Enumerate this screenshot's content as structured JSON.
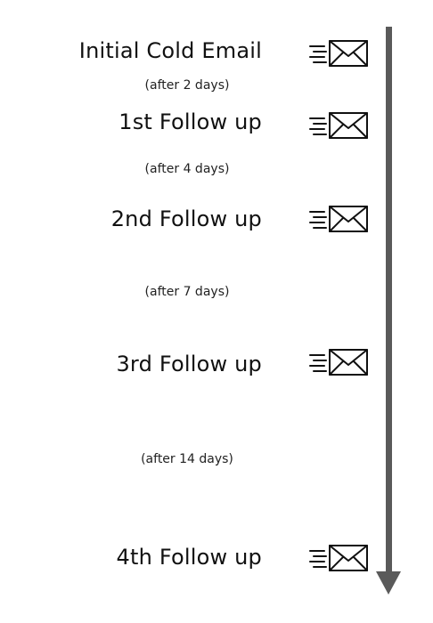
{
  "steps": [
    {
      "title": "Initial Cold Email",
      "icon": "email-send-icon"
    },
    {
      "title": "1st Follow up",
      "icon": "email-send-icon"
    },
    {
      "title": "2nd Follow up",
      "icon": "email-send-icon"
    },
    {
      "title": "3rd Follow up",
      "icon": "email-send-icon"
    },
    {
      "title": "4th Follow up",
      "icon": "email-send-icon"
    }
  ],
  "gaps": [
    {
      "label": "(after 2 days)"
    },
    {
      "label": "(after 4 days)"
    },
    {
      "label": "(after 7 days)"
    },
    {
      "label": "(after 14 days)"
    }
  ],
  "colors": {
    "text": "#111111",
    "arrow": "#5a5a5a",
    "icon_stroke": "#111111"
  }
}
